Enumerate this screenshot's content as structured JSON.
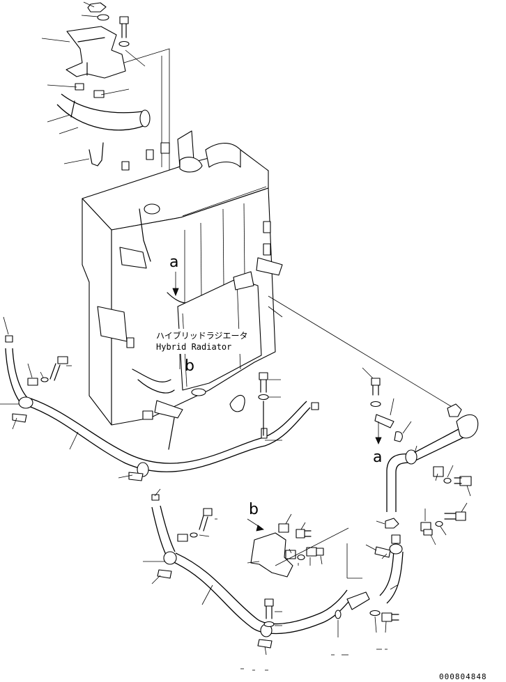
{
  "diagram": {
    "callout_jp": "ハイブリッドラジエータ",
    "callout_en": "Hybrid Radiator",
    "ref_a": "a",
    "ref_b": "b",
    "drawing_no": "000804848"
  }
}
